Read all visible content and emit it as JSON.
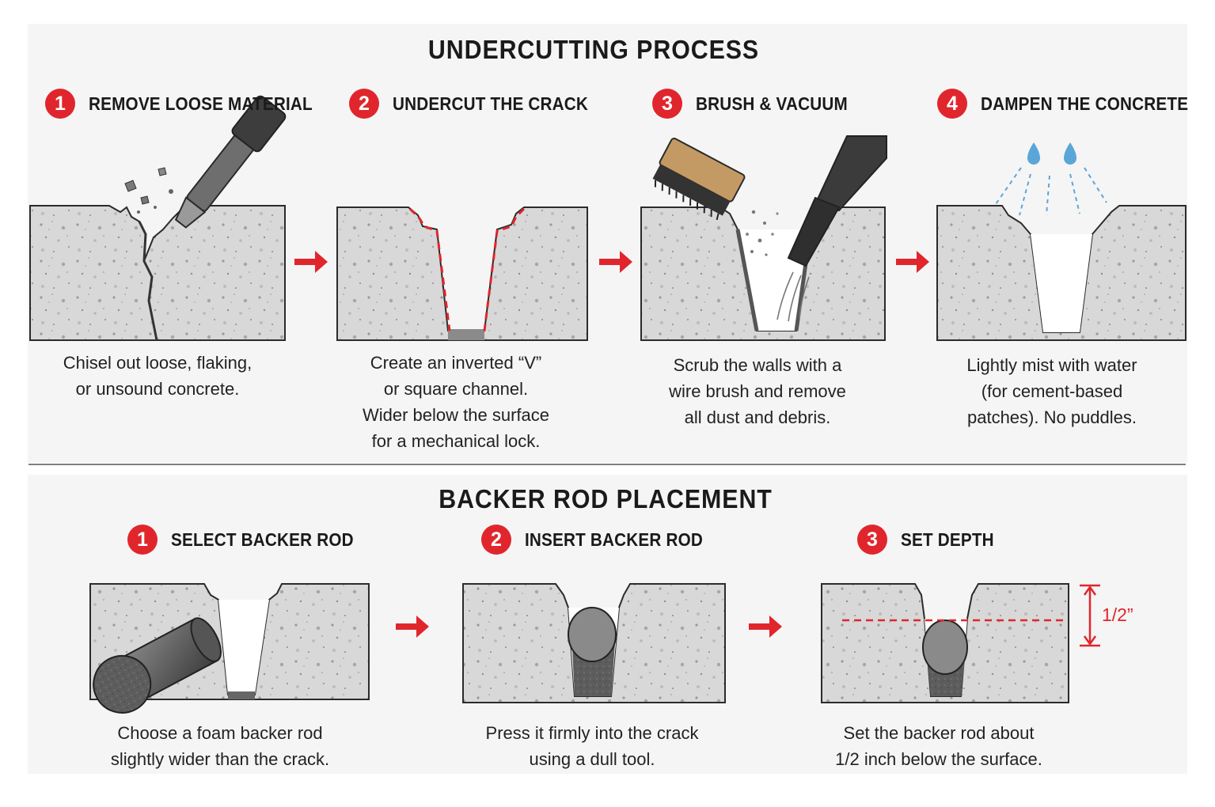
{
  "undercutting": {
    "title": "UNDERCUTTING PROCESS",
    "steps": [
      {
        "number": "1",
        "label": "REMOVE LOOSE MATERIAL",
        "lines": [
          "Chisel out loose, flaking,",
          "or unsound concrete."
        ]
      },
      {
        "number": "2",
        "label": "UNDERCUT THE CRACK",
        "lines": [
          "Create an inverted “V”",
          "or square channel.",
          "Wider below the surface",
          "for a mechanical lock."
        ]
      },
      {
        "number": "3",
        "label": "BRUSH & VACUUM",
        "lines": [
          "Scrub the walls with a",
          "wire brush and remove",
          "all dust and debris."
        ]
      },
      {
        "number": "4",
        "label": "DAMPEN THE CONCRETE",
        "lines": [
          "Lightly mist with water",
          "(for cement-based",
          "patches). No puddles."
        ]
      }
    ]
  },
  "backer_rod": {
    "title": "BACKER ROD PLACEMENT",
    "steps": [
      {
        "number": "1",
        "label": "SELECT BACKER ROD",
        "lines": [
          "Choose a foam backer rod",
          "slightly wider than the crack."
        ]
      },
      {
        "number": "2",
        "label": "INSERT BACKER ROD",
        "lines": [
          "Press it firmly into the crack",
          "using a dull tool."
        ]
      },
      {
        "number": "3",
        "label": "SET DEPTH",
        "lines": [
          "Set the backer rod about",
          "1/2 inch below the surface."
        ]
      }
    ],
    "depth_label": "1/2”"
  },
  "colors": {
    "accent": "#e0262c",
    "concrete": "#d9d9d9",
    "outline": "#2b2b2b",
    "water": "#5aa6d8"
  }
}
